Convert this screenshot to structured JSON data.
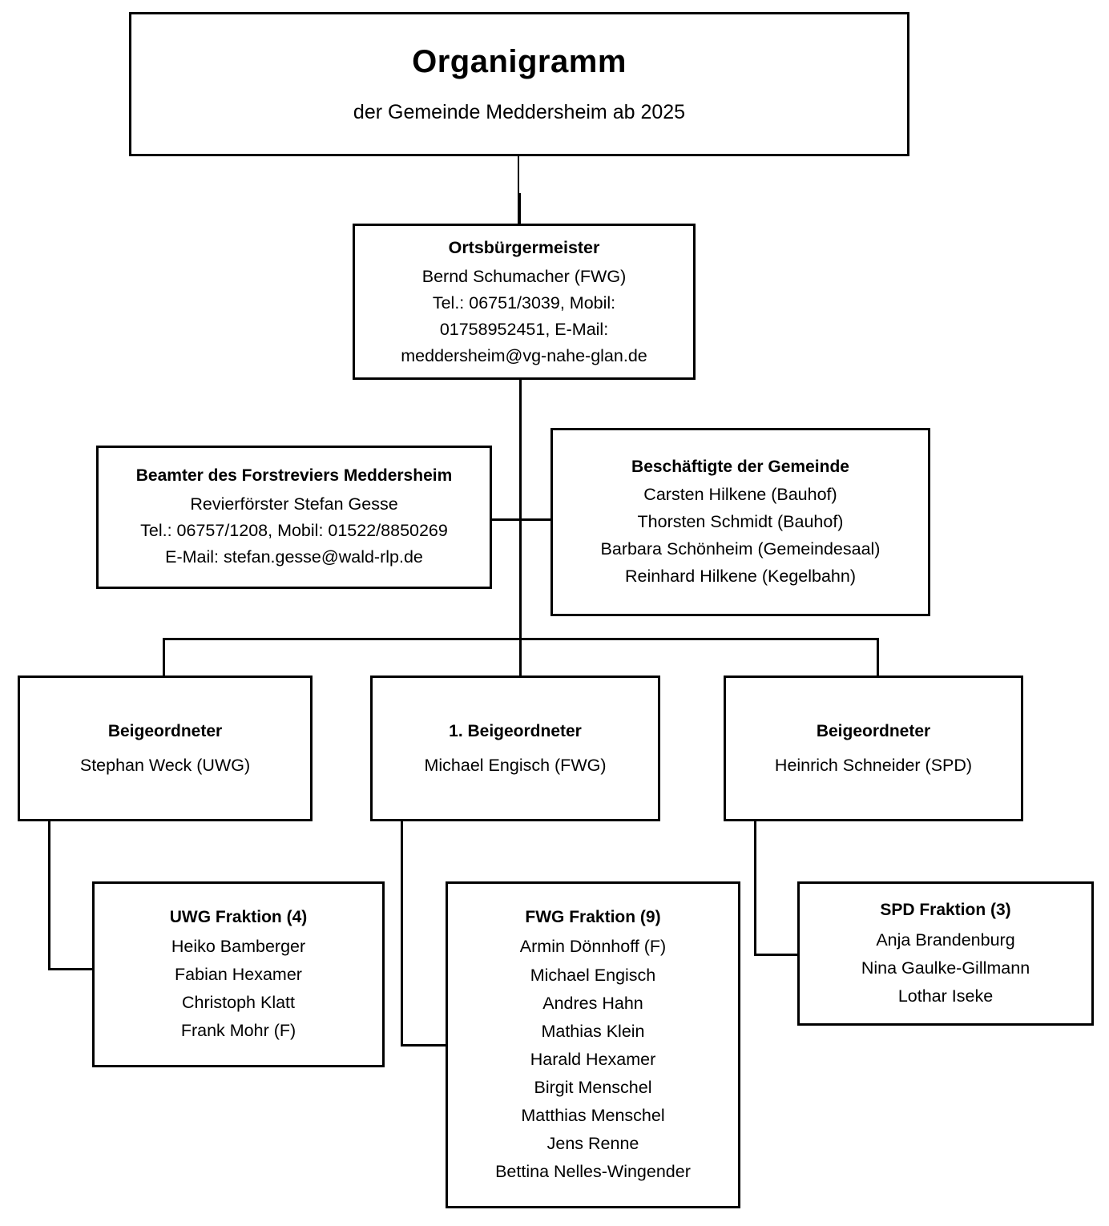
{
  "title": {
    "heading": "Organigramm",
    "subheading": "der Gemeinde Meddersheim ab 2025"
  },
  "mayor": {
    "role": "Ortsbürgermeister",
    "name": "Bernd Schumacher (FWG)",
    "contact_line1": "Tel.: 06751/3039, Mobil:",
    "contact_line2": "01758952451, E-Mail:",
    "contact_line3": "meddersheim@vg-nahe-glan.de"
  },
  "forest": {
    "role": "Beamter des Forstreviers Meddersheim",
    "name": "Revierförster Stefan Gesse",
    "contact_line1": "Tel.: 06757/1208, Mobil: 01522/8850269",
    "contact_line2": "E-Mail: stefan.gesse@wald-rlp.de"
  },
  "employees": {
    "heading": "Beschäftigte der Gemeinde",
    "members": [
      "Carsten Hilkene (Bauhof)",
      "Thorsten Schmidt (Bauhof)",
      "Barbara Schönheim (Gemeindesaal)",
      "Reinhard Hilkene (Kegelbahn)"
    ]
  },
  "deputies": [
    {
      "role": "Beigeordneter",
      "name": "Stephan Weck (UWG)"
    },
    {
      "role": "1. Beigeordneter",
      "name": "Michael Engisch (FWG)"
    },
    {
      "role": "Beigeordneter",
      "name": "Heinrich Schneider (SPD)"
    }
  ],
  "fraktionen": [
    {
      "heading": "UWG Fraktion (4)",
      "members": [
        "Heiko Bamberger",
        "Fabian Hexamer",
        "Christoph Klatt",
        "Frank Mohr (F)"
      ]
    },
    {
      "heading": "FWG Fraktion (9)",
      "members": [
        "Armin Dönnhoff (F)",
        "Michael Engisch",
        "Andres Hahn",
        "Mathias Klein",
        "Harald Hexamer",
        "Birgit Menschel",
        "Matthias Menschel",
        "Jens Renne",
        "Bettina Nelles-Wingender"
      ]
    },
    {
      "heading": "SPD Fraktion (3)",
      "members": [
        "Anja Brandenburg",
        "Nina Gaulke-Gillmann",
        "Lothar Iseke"
      ]
    }
  ],
  "colors": {
    "border": "#000000",
    "background": "#ffffff",
    "text": "#000000"
  }
}
